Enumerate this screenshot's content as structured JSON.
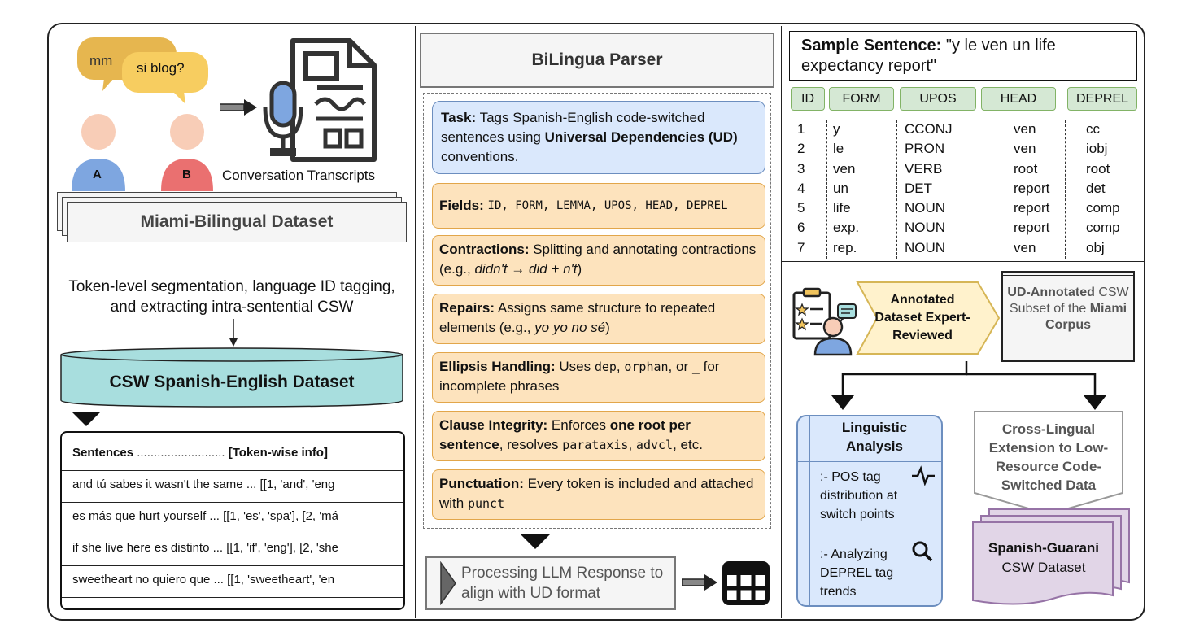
{
  "left": {
    "bubble_mm": "mm",
    "bubble_si": "si blog?",
    "speaker_a": "A",
    "speaker_b": "B",
    "transcripts_label": "Conversation Transcripts",
    "dataset_title": "Miami-Bilingual Dataset",
    "process_text": "Token-level segmentation, language ID tagging, and extracting intra-sentential CSW",
    "csw_dataset_title": "CSW Spanish-English Dataset",
    "table_header_sentences": "Sentences",
    "table_header_dots": "..........................",
    "table_header_info": "[Token-wise info]",
    "rows": [
      "and tú sabes it wasn't the same ... [[1, 'and', 'eng",
      "es más que hurt yourself ... [[1, 'es', 'spa'], [2, 'má",
      "if she live here es distinto ... [[1, 'if', 'eng'], [2, 'she",
      "sweetheart no quiero que ... [[1, 'sweetheart', 'en"
    ]
  },
  "middle": {
    "parser_title": "BiLingua Parser",
    "task_label": "Task:",
    "task_text_1": " Tags Spanish-English code-switched sentences using ",
    "task_bold": "Universal Dependencies (UD)",
    "task_text_2": " conventions.",
    "fields_label": "Fields:",
    "fields_value": "ID, FORM, LEMMA, UPOS, HEAD, DEPREL",
    "contractions_label": "Contractions:",
    "contractions_text": " Splitting and annotating contractions (e.g., ",
    "contractions_example": "didn't → did + n't",
    "contractions_close": ")",
    "repairs_label": "Repairs:",
    "repairs_text": " Assigns same structure to repeated elements (e.g., ",
    "repairs_example": "yo yo no sé",
    "repairs_close": ")",
    "ellipsis_label": "Ellipsis Handling:",
    "ellipsis_text_1": " Uses ",
    "ellipsis_code_1": "dep",
    "ellipsis_text_2": ", ",
    "ellipsis_code_2": "orphan",
    "ellipsis_text_3": ", or ",
    "ellipsis_code_3": "_",
    "ellipsis_text_4": " for incomplete phrases",
    "clause_label": "Clause Integrity:",
    "clause_text_1": " Enforces ",
    "clause_bold": "one root per sentence",
    "clause_text_2": ", resolves ",
    "clause_code_1": "parataxis",
    "clause_text_3": ", ",
    "clause_code_2": "advcl",
    "clause_text_4": ", etc.",
    "punct_label": "Punctuation:",
    "punct_text": " Every token is included and attached with ",
    "punct_code": "punct",
    "processing_text": "Processing LLM Response to align with UD format"
  },
  "right": {
    "sample_label": "Sample Sentence:",
    "sample_text": " \"y le ven un life expectancy report\"",
    "headers": [
      "ID",
      "FORM",
      "UPOS",
      "HEAD",
      "DEPREL"
    ],
    "ids": [
      "1",
      "2",
      "3",
      "4",
      "5",
      "6",
      "7"
    ],
    "forms": [
      "y",
      "le",
      "ven",
      "un",
      "life",
      "exp.",
      "rep."
    ],
    "upos": [
      "CCONJ",
      "PRON",
      "VERB",
      "DET",
      "NOUN",
      "NOUN",
      "NOUN"
    ],
    "heads": [
      "ven",
      "ven",
      "root",
      "report",
      "report",
      "report",
      "ven"
    ],
    "deprels": [
      "cc",
      "iobj",
      "root",
      "det",
      "comp",
      "comp",
      "obj"
    ],
    "annotated_arrow": "Annotated Dataset Expert-Reviewed",
    "ud_bold_1": "UD-Annotated",
    "ud_text": " CSW Subset of the ",
    "ud_bold_2": "Miami Corpus",
    "ling_title": "Linguistic Analysis",
    "ling_item_1": ":- POS tag distribution at switch points",
    "ling_item_2": ":- Analyzing DEPREL tag trends",
    "cross_text": "Cross-Lingual Extension to Low-Resource Code-Switched Data",
    "guarani_bold": "Spanish-Guarani",
    "guarani_text": "CSW Dataset"
  },
  "colors": {
    "orange_fill": "#fde3bd",
    "orange_border": "#e2a64a",
    "blue_fill": "#dae8fc",
    "blue_border": "#6c8ebf",
    "teal_fill": "#a8dede",
    "green_fill": "#d5e8d4",
    "purple_fill": "#e1d5e7",
    "yellow_fill": "#fff2cc",
    "bubble_fill": "#f0c35c",
    "avatar_blue": "#7ea6e0",
    "avatar_red": "#ea7070"
  }
}
